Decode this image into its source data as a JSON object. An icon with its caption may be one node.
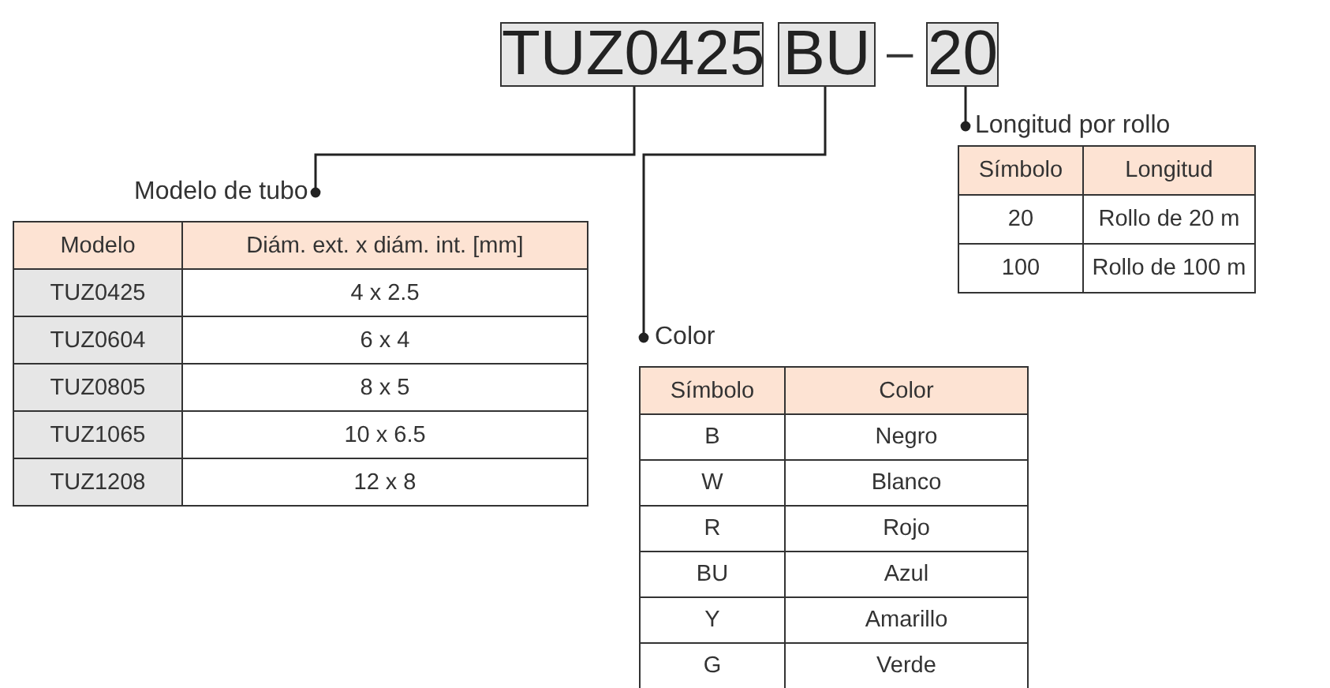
{
  "diagram": {
    "nodes": [
      {
        "text": [
          "TUZ0425"
        ]
      },
      {
        "text": [
          "BU"
        ]
      },
      {
        "text": [
          "20"
        ]
      },
      {
        "text": [
          "Longitud por rollo"
        ]
      },
      {
        "text": [
          "Modelo de tubo"
        ]
      },
      {
        "text": [
          "Color"
        ]
      }
    ],
    "edges": [
      {
        "from": 0,
        "to": 4,
        "arrow": "other"
      },
      {
        "from": 1,
        "to": 5,
        "arrow": "other"
      },
      {
        "from": 2,
        "to": 3,
        "arrow": "other"
      }
    ],
    "labels": [
      "–",
      "Símbolo",
      "Longitud",
      "20",
      "Rollo de 20 m",
      "100",
      "Rollo de 100 m",
      "Modelo",
      "Diám. ext. x diám. int. [mm]",
      "TUZ0425",
      "4 x 2.5",
      "TUZ0604",
      "6 x 4",
      "TUZ0805",
      "8 x 5",
      "TUZ1065",
      "10 x 6.5",
      "TUZ1208",
      "12 x 8",
      "Símbolo",
      "Color",
      "B",
      "Negro",
      "W",
      "Blanco",
      "R",
      "Rojo",
      "BU",
      "Azul",
      "Y",
      "Amarillo",
      "G",
      "Verde"
    ]
  }
}
